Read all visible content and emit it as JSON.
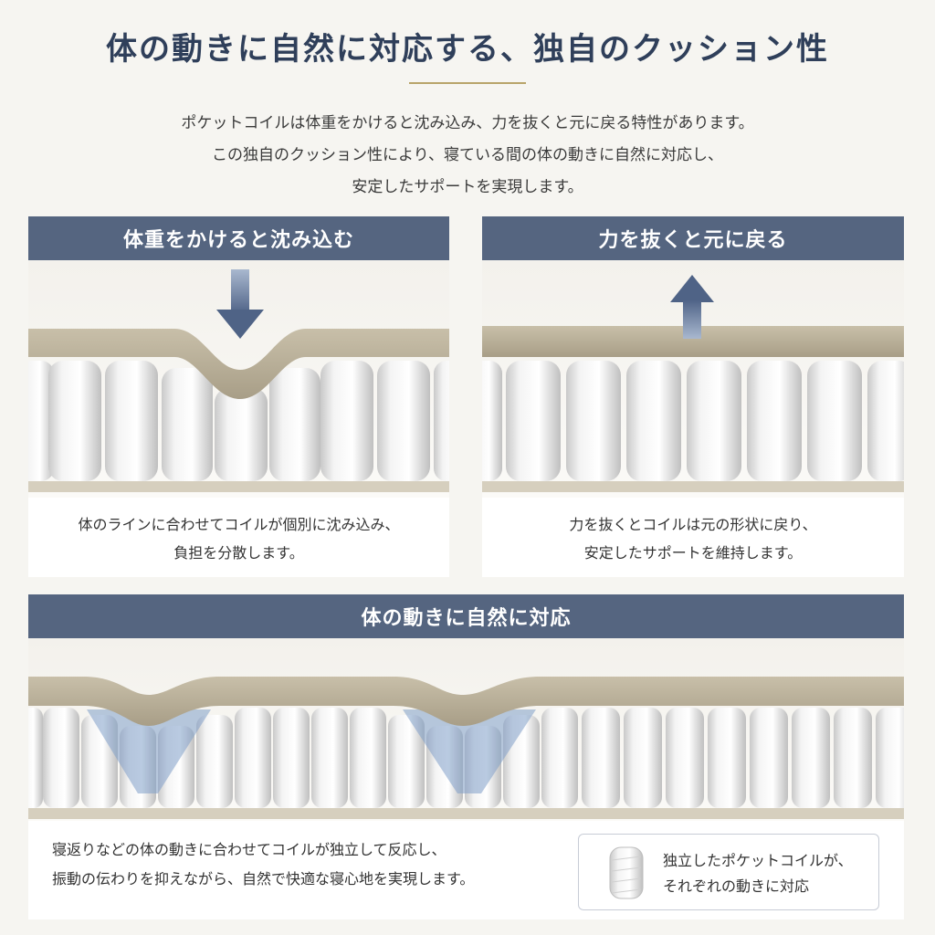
{
  "header": {
    "title": "体の動きに自然に対応する、独自のクッション性",
    "intro_lines": [
      "ポケットコイルは体重をかけると沈み込み、力を抜くと元に戻る特性があります。",
      "この独自のクッション性により、寝ている間の体の動きに自然に対応し、",
      "安定したサポートを実現します。"
    ]
  },
  "panels": {
    "sink": {
      "title": "体重をかけると沈み込む",
      "caption_lines": [
        "体のラインに合わせてコイルが個別に沈み込み、",
        "負担を分散します。"
      ],
      "arrow_icon": "arrow-down-icon"
    },
    "rebound": {
      "title": "力を抜くと元に戻る",
      "caption_lines": [
        "力を抜くとコイルは元の形状に戻り、",
        "安定したサポートを維持します。"
      ],
      "arrow_icon": "arrow-up-icon"
    },
    "natural": {
      "title": "体の動きに自然に対応",
      "caption_lines": [
        "寝返りなどの体の動きに合わせてコイルが独立して反応し、",
        "振動の伝わりを抑えながら、自然で快適な寝心地を実現します。"
      ],
      "legend": {
        "icon": "pocket-coil-icon",
        "lines": [
          "独立したポケットコイルが、",
          "それぞれの動きに対応"
        ]
      }
    }
  },
  "colors": {
    "navy": "#2f3f5a",
    "header_blue": "#556580",
    "gold_rule": "#b8a46a",
    "felt": "#b9b09c",
    "coil": "#e9e9e9",
    "highlight_blue": "#7f9fc8"
  }
}
